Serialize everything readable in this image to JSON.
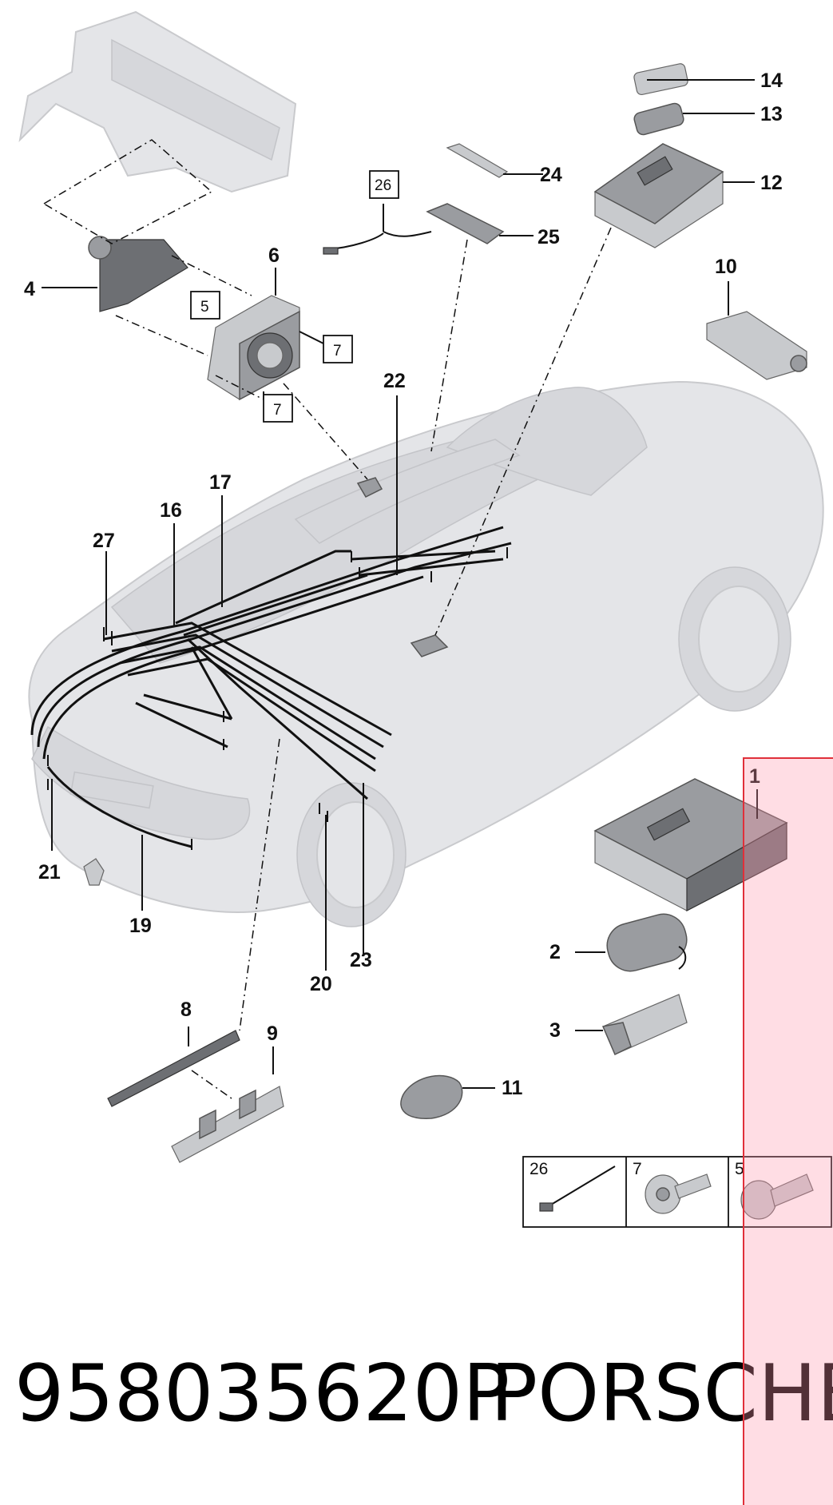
{
  "diagram": {
    "callouts": [
      "1",
      "2",
      "3",
      "4",
      "6",
      "8",
      "9",
      "10",
      "11",
      "12",
      "13",
      "14",
      "16",
      "17",
      "19",
      "20",
      "21",
      "22",
      "23",
      "24",
      "25",
      "27"
    ],
    "boxed_labels": [
      "26",
      "5",
      "7",
      "7"
    ],
    "inset_labels": [
      "26",
      "7",
      "5"
    ]
  },
  "caption": {
    "part_number": "958035620P",
    "brand": "PORSCHE"
  },
  "colors": {
    "overlay_fill": "#ffc0cc",
    "overlay_border": "#e0303a"
  }
}
